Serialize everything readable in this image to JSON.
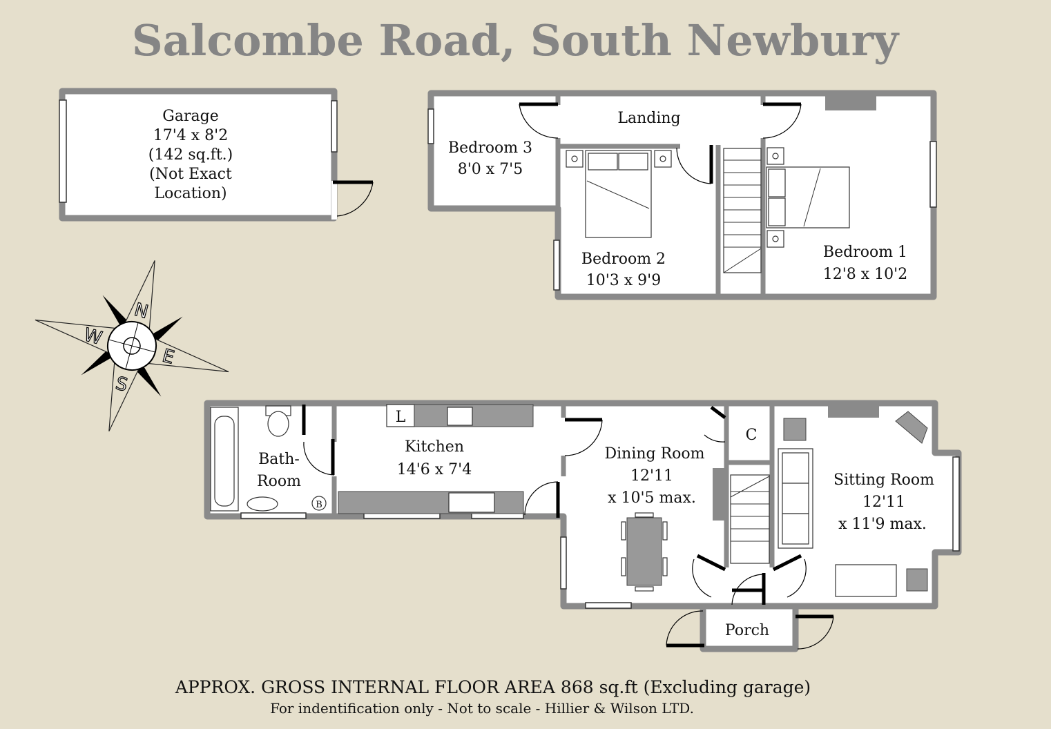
{
  "title": "Salcombe Road, South Newbury",
  "garage": {
    "name": "Garage",
    "size": "17'4 x 8'2",
    "area": "(142 sq.ft.)",
    "note1": "(Not Exact",
    "note2": "Location)"
  },
  "first_floor": {
    "landing": "Landing",
    "bedroom3": {
      "name": "Bedroom 3",
      "size": "8'0 x 7'5"
    },
    "bedroom2": {
      "name": "Bedroom 2",
      "size": "10'3 x 9'9"
    },
    "bedroom1": {
      "name": "Bedroom 1",
      "size": "12'8 x 10'2"
    }
  },
  "ground_floor": {
    "bathroom": {
      "line1": "Bath-",
      "line2": "Room",
      "boiler": "B"
    },
    "kitchen": {
      "name": "Kitchen",
      "size": "14'6 x 7'4",
      "larder": "L"
    },
    "dining": {
      "name": "Dining Room",
      "size1": "12'11",
      "size2": "x 10'5 max."
    },
    "cupboard": "C",
    "sitting": {
      "name": "Sitting Room",
      "size1": "12'11",
      "size2": "x 11'9 max."
    },
    "porch": "Porch"
  },
  "compass": {
    "n": "N",
    "s": "S",
    "e": "E",
    "w": "W"
  },
  "footer": {
    "area": "APPROX. GROSS INTERNAL FLOOR AREA 868 sq.ft (Excluding garage)",
    "disclaimer": "For indentification only - Not to scale - Hillier & Wilson LTD."
  }
}
